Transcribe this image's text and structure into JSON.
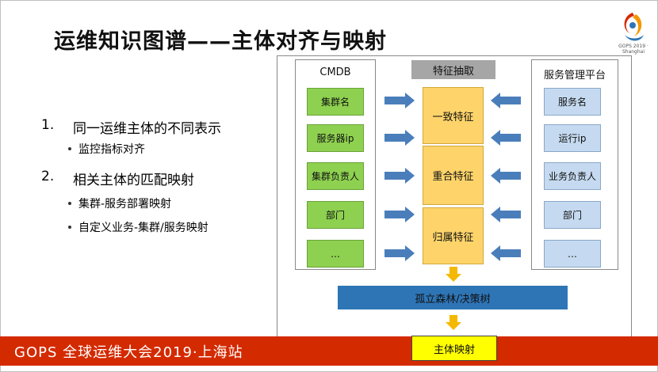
{
  "title": "运维知识图谱——主体对齐与映射",
  "logo": {
    "text": "GOPS 2019 · Shanghai",
    "colors": [
      "#d42a00",
      "#f39800",
      "#2e75b6"
    ]
  },
  "list": [
    {
      "num": "1.",
      "text": "同一运维主体的不同表示",
      "subs": [
        "监控指标对齐"
      ]
    },
    {
      "num": "2.",
      "text": "相关主体的匹配映射",
      "subs": [
        "集群-服务部署映射",
        "自定义业务-集群/服务映射"
      ]
    }
  ],
  "diagram": {
    "left_panel": {
      "title": "CMDB",
      "items": [
        "集群名",
        "服务器ip",
        "集群负责人",
        "部门",
        "…"
      ]
    },
    "right_panel": {
      "title": "服务管理平台",
      "items": [
        "服务名",
        "运行ip",
        "业务负责人",
        "部门",
        "…"
      ]
    },
    "extract_label": "特征抽取",
    "features": [
      "一致特征",
      "重合特征",
      "归属特征"
    ],
    "model_label": "孤立森林/决策树",
    "result_label": "主体映射"
  },
  "colors": {
    "green": "#8ed150",
    "blue_light": "#c5daf0",
    "yellow": "#fed46a",
    "arrow_blue": "#4a7ebb",
    "arrow_orange": "#f5b800",
    "footer_red": "#d42a00"
  },
  "footer": {
    "text": "GOPS 全球运维大会2019·上海站"
  }
}
